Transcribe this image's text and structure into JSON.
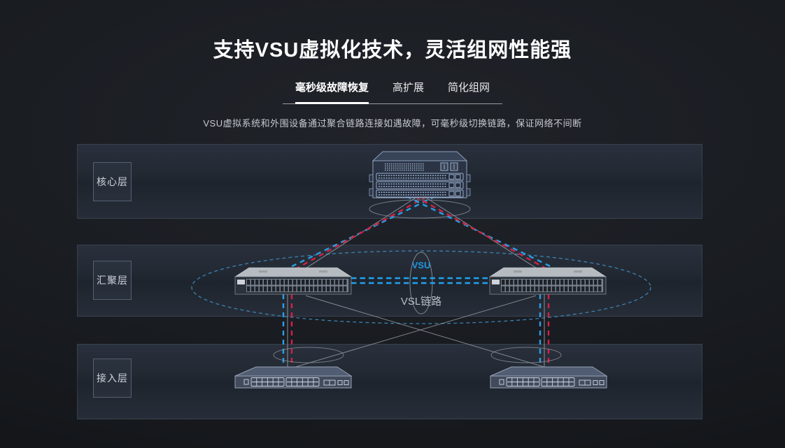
{
  "header": {
    "title": "支持VSU虚拟化技术，灵活组网性能强",
    "tabs": [
      {
        "label": "毫秒级故障恢复",
        "active": true
      },
      {
        "label": "高扩展",
        "active": false
      },
      {
        "label": "简化组网",
        "active": false
      }
    ],
    "subtitle": "VSU虚拟系统和外围设备通过聚合链路连接如遇故障，可毫秒级切换链路，保证网络不间断"
  },
  "diagram": {
    "layers": [
      {
        "label": "核心层"
      },
      {
        "label": "汇聚层"
      },
      {
        "label": "接入层"
      }
    ],
    "annotations": {
      "vsu_label": "VSU",
      "vsl_label": "VSL链路"
    },
    "devices": [
      "core-switch",
      "aggregation-switch-left",
      "aggregation-switch-right",
      "access-switch-left",
      "access-switch-right"
    ]
  },
  "colors": {
    "link_blue": "#2b9fe3",
    "link_red": "#d62044",
    "link_gray": "#9aa1a9",
    "vsl_bright_blue": "#1fa3ef",
    "vsu_ring_blue": "#3f8cc0",
    "vsu_accent": "#2196e0",
    "band_background": "#232a34",
    "page_background": "#17191d"
  }
}
